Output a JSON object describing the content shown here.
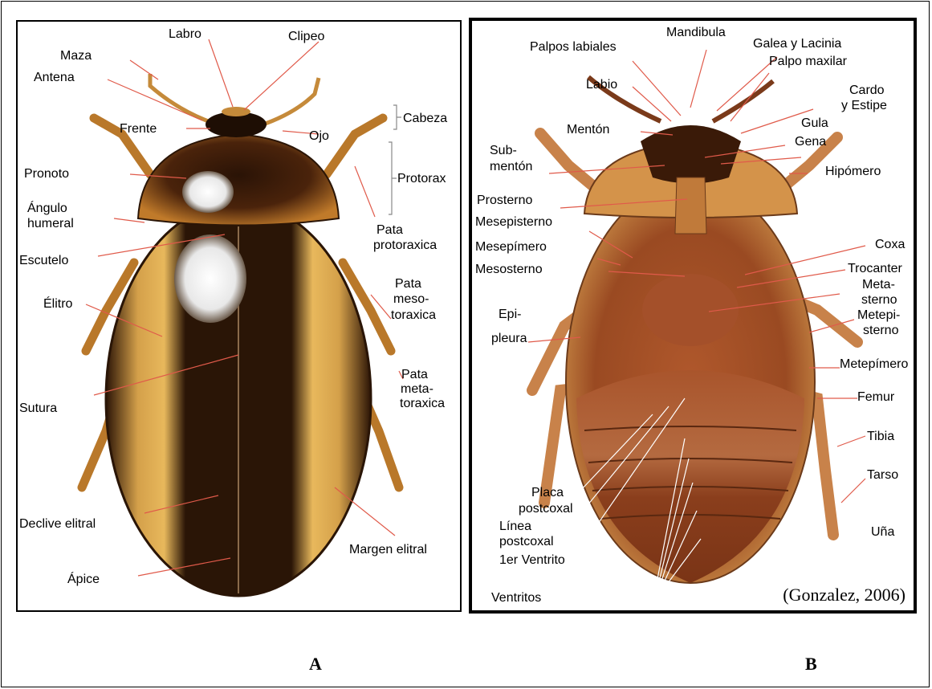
{
  "figure": {
    "panel_a": {
      "letter": "A",
      "labels": {
        "labro": "Labro",
        "clipeo": "Clipeo",
        "maza": "Maza",
        "antena": "Antena",
        "frente": "Frente",
        "ojo": "Ojo",
        "cabeza": "Cabeza",
        "protorax": "Protorax",
        "pronoto": "Pronoto",
        "angulo_1": "Ángulo",
        "angulo_2": "humeral",
        "pata_pro_1": "Pata",
        "pata_pro_2": "protoraxica",
        "escutelo": "Escutelo",
        "pata_meso_1": "Pata",
        "pata_meso_2": "meso-",
        "pata_meso_3": "toraxica",
        "elitro": "Élitro",
        "pata_meta_1": "Pata",
        "pata_meta_2": "meta-",
        "pata_meta_3": "toraxica",
        "sutura": "Sutura",
        "declive": "Declive elitral",
        "margen": "Margen elitral",
        "apice": "Ápice"
      }
    },
    "panel_b": {
      "letter": "B",
      "citation": "(Gonzalez, 2006)",
      "labels": {
        "mandibula": "Mandibula",
        "palpos_labiales": "Palpos labiales",
        "galea": "Galea y Lacinia",
        "palpo_maxilar": "Palpo maxilar",
        "labio": "Labio",
        "cardo_1": "Cardo",
        "cardo_2": "y Estipe",
        "menton": "Mentón",
        "gula": "Gula",
        "gena": "Gena",
        "submenton_1": "Sub-",
        "submenton_2": "mentón",
        "hipomero": "Hipómero",
        "prosterno": "Prosterno",
        "mesepisterno": "Mesepisterno",
        "mesepimero": "Mesepímero",
        "coxa": "Coxa",
        "mesosterno": "Mesosterno",
        "trocanter": "Trocanter",
        "metasterno_1": "Meta-",
        "metasterno_2": "sterno",
        "metepisterno_1": "Metepi-",
        "metepisterno_2": "sterno",
        "epipleura_1": "Epi-",
        "epipleura_2": "pleura",
        "metepimero": "Metepímero",
        "femur": "Femur",
        "tibia": "Tibia",
        "tarso": "Tarso",
        "placa_1": "Placa",
        "placa_2": "postcoxal",
        "linea_1": "Línea",
        "linea_2": "postcoxal",
        "ventrito1": "1er Ventrito",
        "una": "Uña",
        "ventritos": "Ventritos"
      }
    }
  }
}
